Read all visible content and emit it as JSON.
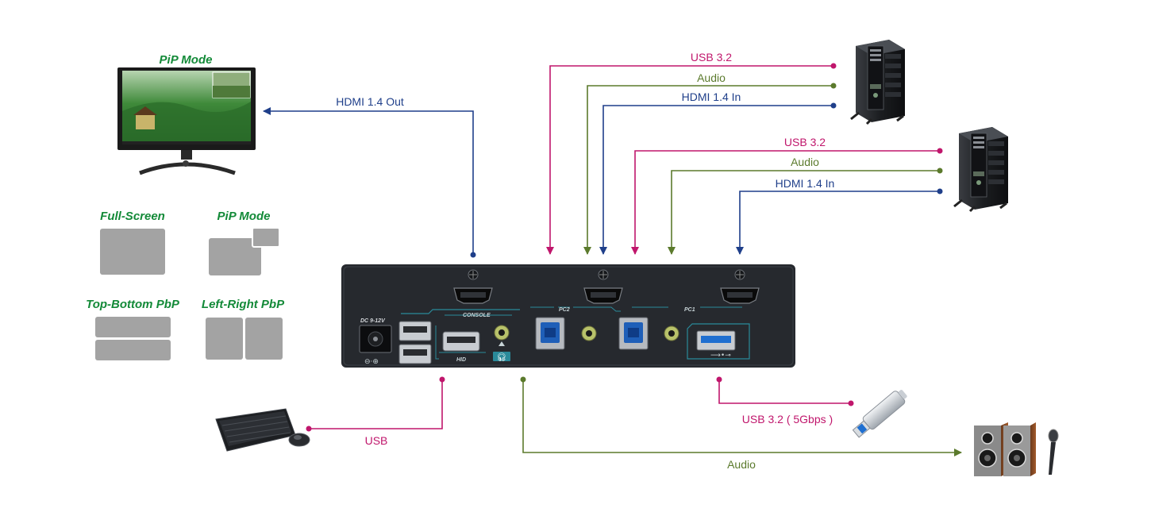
{
  "colors": {
    "usb": "#c0166c",
    "audio": "#5b7a2c",
    "hdmi": "#1f3f8a",
    "mode_text": "#138a38",
    "mode_box": "#a3a3a3",
    "device": "#26292e",
    "panel_accent": "#2a8a9a"
  },
  "monitor": {
    "mode_label": "PiP Mode",
    "connection_label": "HDMI 1.4 Out"
  },
  "display_modes": [
    {
      "label": "Full-Screen"
    },
    {
      "label": "PiP Mode"
    },
    {
      "label": "Top-Bottom PbP"
    },
    {
      "label": "Left-Right PbP"
    }
  ],
  "pc2": {
    "usb_label": "USB 3.2",
    "audio_label": "Audio",
    "hdmi_label": "HDMI 1.4 In"
  },
  "pc1": {
    "usb_label": "USB 3.2",
    "audio_label": "Audio",
    "hdmi_label": "HDMI 1.4 In"
  },
  "device_panel": {
    "power_label": "DC 9-12V",
    "console_label": "CONSOLE",
    "pc2_label": "PC2",
    "pc1_label": "PC1",
    "hid_label": "HID"
  },
  "peripherals": {
    "keyboard_label": "USB",
    "flash_label": "USB 3.2 ( 5Gbps )",
    "speaker_label": "Audio"
  },
  "icons": [
    "monitor-icon",
    "pc-tower-icon",
    "keyboard-mouse-icon",
    "usb-flash-drive-icon",
    "speakers-icon",
    "microphone-icon",
    "headphone-icon",
    "usb-symbol-icon"
  ]
}
